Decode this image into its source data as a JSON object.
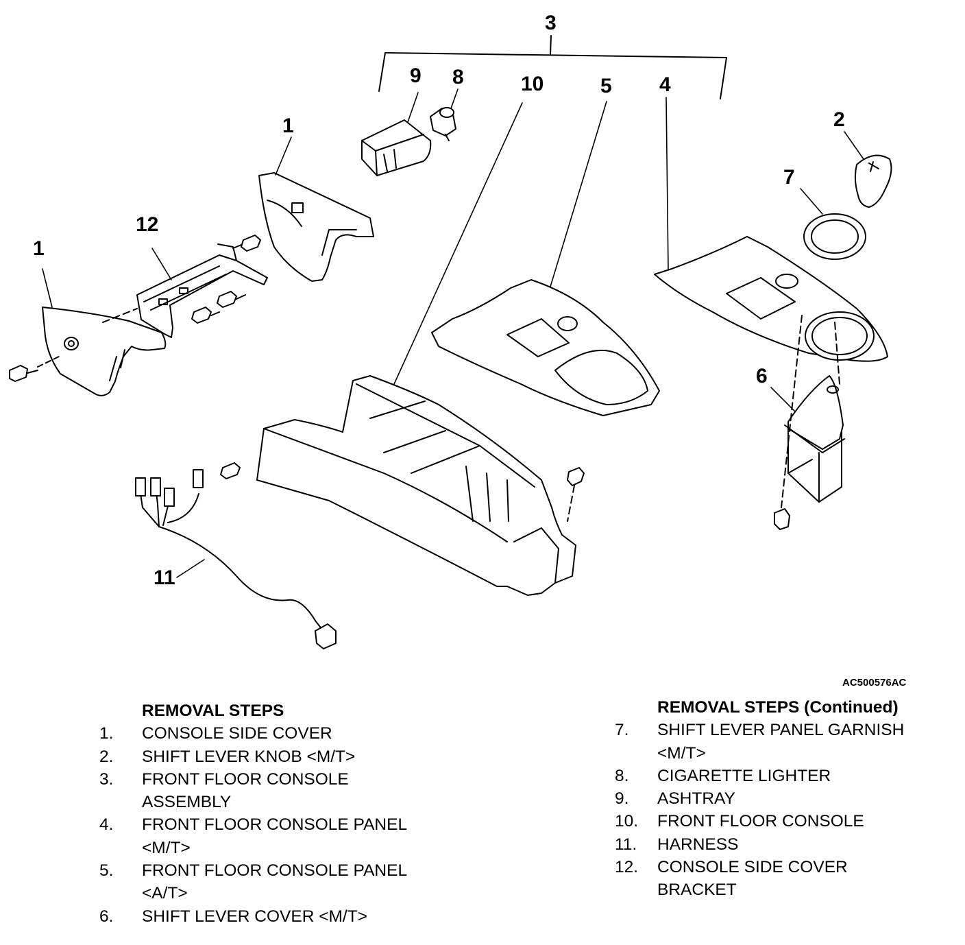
{
  "figure_code": "AC500576AC",
  "callouts": {
    "c1a": "1",
    "c1b": "1",
    "c2": "2",
    "c3": "3",
    "c4": "4",
    "c5": "5",
    "c6": "6",
    "c7": "7",
    "c8": "8",
    "c9": "9",
    "c10": "10",
    "c11": "11",
    "c12": "12"
  },
  "removal_steps": {
    "heading": "REMOVAL STEPS",
    "items": [
      {
        "num": "1.",
        "lines": [
          "CONSOLE SIDE COVER"
        ]
      },
      {
        "num": "2.",
        "lines": [
          "SHIFT LEVER KNOB <M/T>"
        ]
      },
      {
        "num": "3.",
        "lines": [
          "FRONT FLOOR CONSOLE",
          "ASSEMBLY"
        ]
      },
      {
        "num": "4.",
        "lines": [
          "FRONT FLOOR CONSOLE PANEL",
          "<M/T>"
        ]
      },
      {
        "num": "5.",
        "lines": [
          "FRONT FLOOR CONSOLE PANEL",
          "<A/T>"
        ]
      },
      {
        "num": "6.",
        "lines": [
          "SHIFT LEVER COVER <M/T>"
        ]
      }
    ]
  },
  "removal_steps_continued": {
    "heading": "REMOVAL STEPS (Continued)",
    "items": [
      {
        "num": "7.",
        "lines": [
          "SHIFT LEVER PANEL GARNISH",
          "<M/T>"
        ]
      },
      {
        "num": "8.",
        "lines": [
          "CIGARETTE LIGHTER"
        ]
      },
      {
        "num": "9.",
        "lines": [
          "ASHTRAY"
        ]
      },
      {
        "num": "10.",
        "lines": [
          "FRONT FLOOR CONSOLE"
        ]
      },
      {
        "num": "11.",
        "lines": [
          "HARNESS"
        ]
      },
      {
        "num": "12.",
        "lines": [
          "CONSOLE SIDE COVER",
          "BRACKET"
        ]
      }
    ]
  }
}
